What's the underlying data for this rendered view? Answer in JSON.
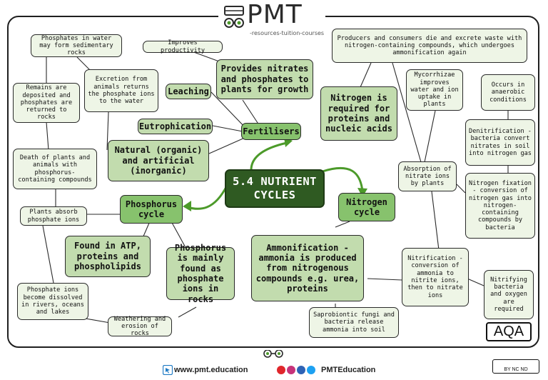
{
  "logo": {
    "name": "PMT",
    "tagline": "-resources-tuition-courses"
  },
  "center": "5.4 NUTRIENT CYCLES",
  "hubs": {
    "fertilisers": "Fertilisers",
    "phosphorus": "Phosphorus cycle",
    "nitrogen": "Nitrogen cycle"
  },
  "fertiliser_nodes": {
    "productivity": "Improves productivity",
    "provides": "Provides nitrates and phosphates to plants for growth",
    "leaching": "Leaching",
    "eutrophication": "Eutrophication",
    "natural": "Natural (organic) and artificial (inorganic)"
  },
  "phosphorus_nodes": {
    "water_rocks": "Phosphates in water may form sedimentary rocks",
    "excretion": "Excretion from animals returns the phosphate ions to the water",
    "remains": "Remains are deposited and phosphates are returned to rocks",
    "death": "Death of plants and animals with phosphorus-containing compounds",
    "absorb": "Plants absorb phosphate ions",
    "atp": "Found in ATP, proteins and phospholipids",
    "mainly": "Phosphorus is mainly found as phosphate ions in rocks",
    "dissolved": "Phosphate ions become dissolved in rivers, oceans and lakes",
    "weathering": "Weathering and erosion of rocks"
  },
  "nitrogen_nodes": {
    "producers": "Producers and consumers die and excrete waste with nitrogen-containing compounds, which undergoes ammonification again",
    "required": "Nitrogen is required for proteins and nucleic acids",
    "mycorrhizae": "Mycorrhizae improves water and ion uptake in plants",
    "anaerobic": "Occurs in anaerobic conditions",
    "denitrification": "Denitrification - bacteria convert nitrates in soil into nitrogen gas",
    "absorption": "Absorption of nitrate ions by plants",
    "fixation": "Nitrogen fixation - conversion of nitrogen gas into nitrogen-containing compounds by bacteria",
    "ammonification": "Ammonification - ammonia is produced from nitrogenous compounds e.g. urea, proteins",
    "nitrification": "Nitrification - conversion of ammonia to nitrite ions, then to nitrate ions",
    "nitrifying": "Nitrifying bacteria and oxygen are required",
    "saprobiontic": "Saprobiontic fungi and bacteria release ammonia into soil"
  },
  "badge": "AQA",
  "footer": {
    "website": "www.pmt.education",
    "handle": "PMTEducation",
    "licence": "BY NC ND"
  },
  "colors": {
    "dark_green": "#2f5a22",
    "hub_green": "#87c26d",
    "mid_green": "#c2dcae",
    "pale_green": "#eef5e6",
    "arrow_green": "#4c9a2a"
  }
}
